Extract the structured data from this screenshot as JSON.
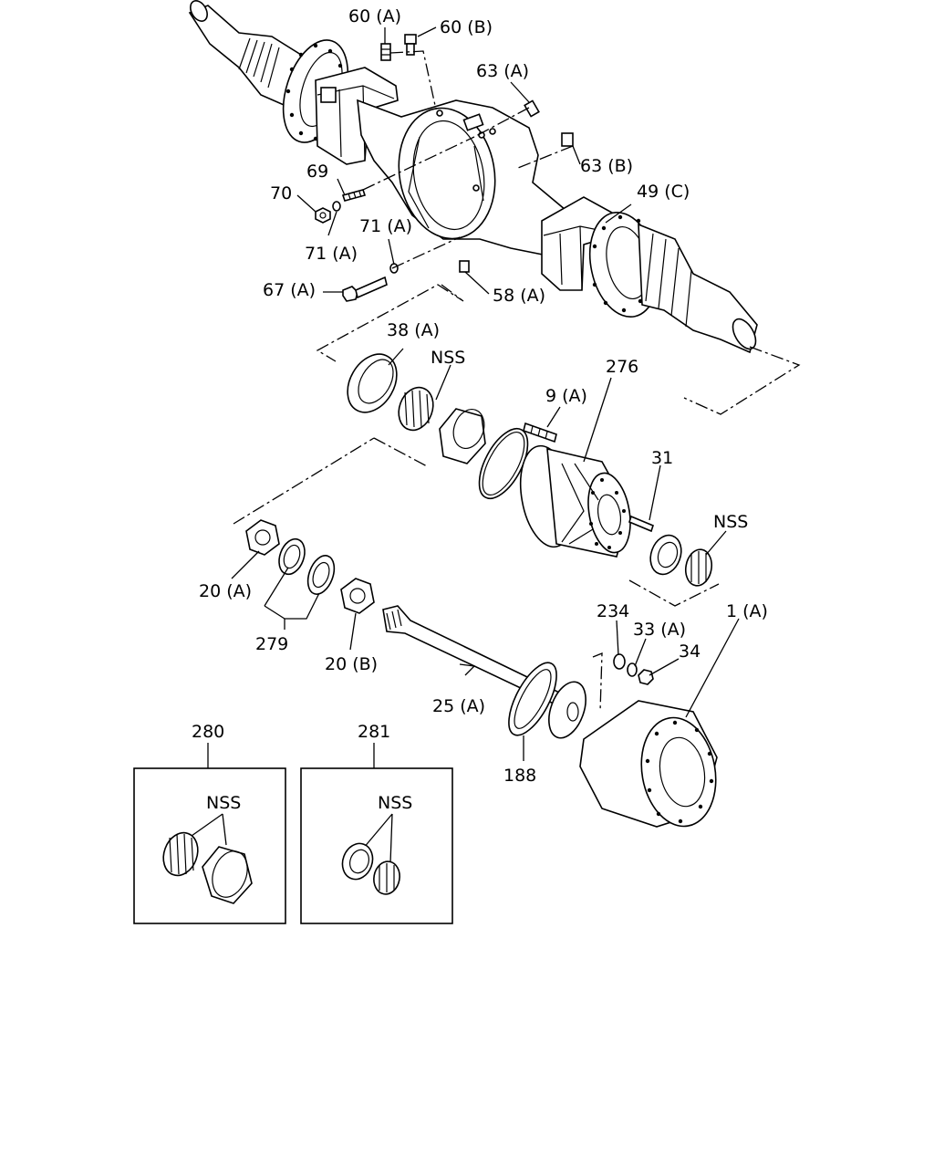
{
  "labels": {
    "p60a": "60 (A)",
    "p60b": "60 (B)",
    "p63a": "63 (A)",
    "p63b": "63 (B)",
    "p69": "69",
    "p70": "70",
    "p71a_lower": "71 (A)",
    "p71a_upper": "71 (A)",
    "p49c": "49 (C)",
    "p67a": "67 (A)",
    "p58a": "58 (A)",
    "p38a": "38 (A)",
    "nss_top": "NSS",
    "p276": "276",
    "p9a": "9 (A)",
    "p31": "31",
    "nss_right": "NSS",
    "p20a": "20 (A)",
    "p279": "279",
    "p20b": "20 (B)",
    "p234": "234",
    "p33a": "33 (A)",
    "p34": "34",
    "p1a": "1 (A)",
    "p25a": "25 (A)",
    "p188": "188",
    "p280": "280",
    "p281": "281",
    "nss_280": "NSS",
    "nss_281": "NSS"
  }
}
